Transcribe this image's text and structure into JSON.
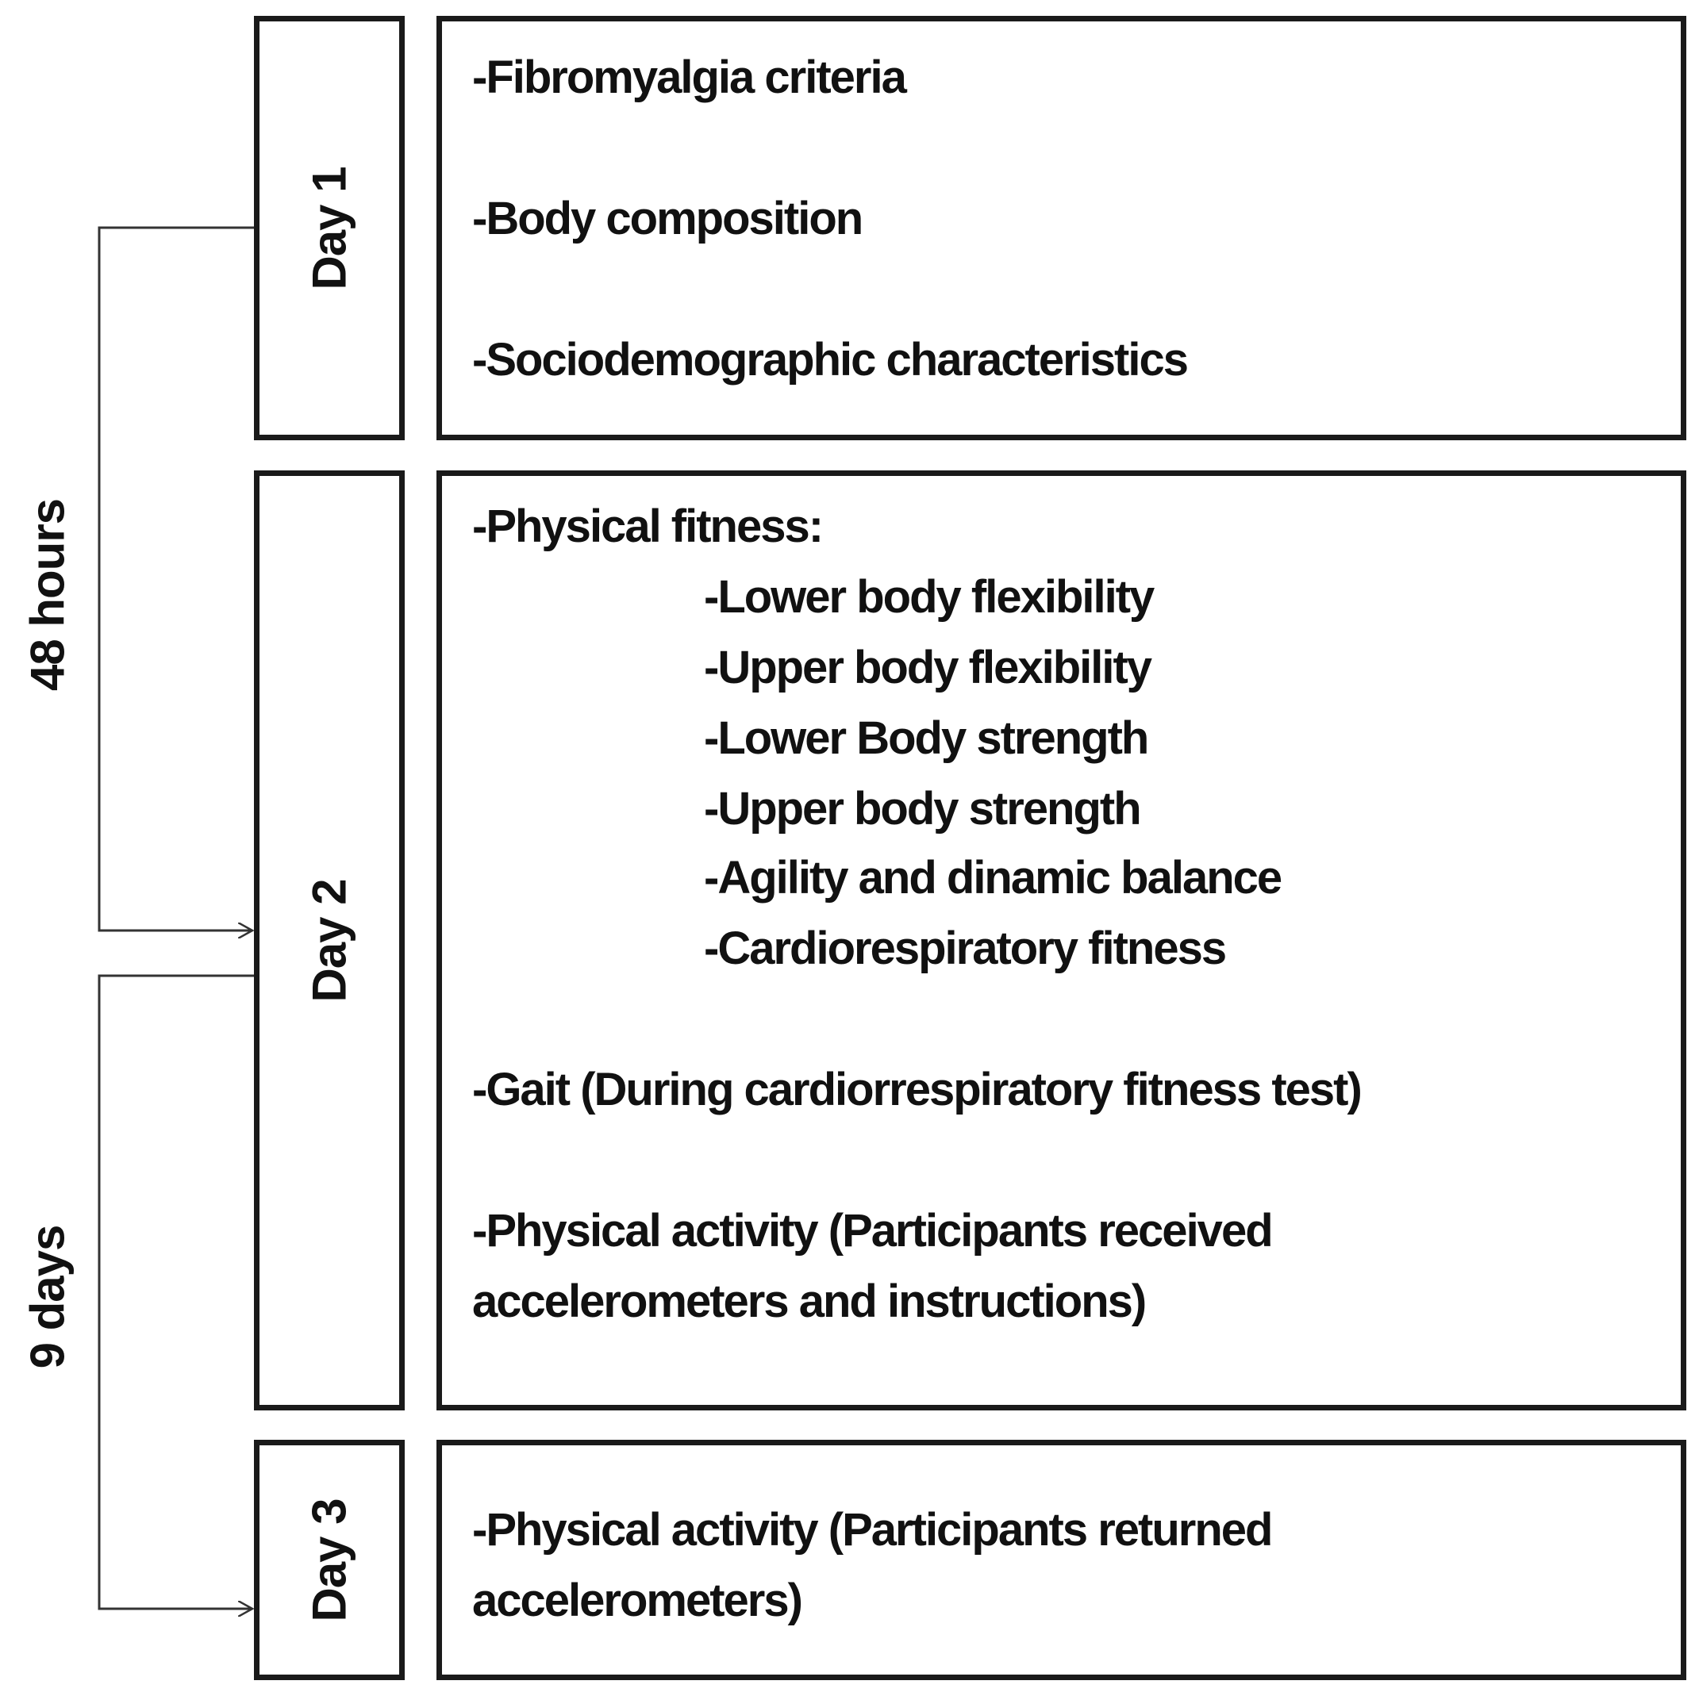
{
  "timeline": {
    "interval_1": "48 hours",
    "interval_2": "9 days"
  },
  "days": [
    {
      "label": "Day 1",
      "items": [
        "-Fibromyalgia criteria",
        "-Body composition",
        "-Sociodemographic characteristics"
      ]
    },
    {
      "label": "Day 2",
      "heading": "-Physical fitness:",
      "subitems": [
        "-Lower body flexibility",
        "-Upper body flexibility",
        "-Lower Body strength",
        "-Upper body strength",
        "-Agility and dinamic balance",
        "-Cardiorespiratory fitness"
      ],
      "items": [
        "-Gait (During cardiorrespiratory fitness test)",
        "-Physical activity (Participants received",
        "accelerometers and instructions)"
      ]
    },
    {
      "label": "Day 3",
      "items": [
        "-Physical activity (Participants returned",
        "accelerometers)"
      ]
    }
  ]
}
